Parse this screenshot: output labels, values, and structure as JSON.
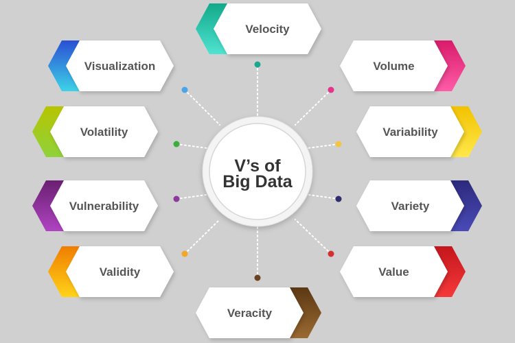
{
  "center": {
    "line1": "V’s of",
    "line2": "Big Data"
  },
  "items": [
    {
      "id": "velocity",
      "label": "Velocity",
      "color_dark": "#12a98a",
      "color_light": "#4fe3d1",
      "dot": "#1aa88f"
    },
    {
      "id": "volume",
      "label": "Volume",
      "color_dark": "#d81b6a",
      "color_light": "#ff5ca8",
      "dot": "#e8338c"
    },
    {
      "id": "variability",
      "label": "Variability",
      "color_dark": "#f2c200",
      "color_light": "#ffe84a",
      "dot": "#f5c542"
    },
    {
      "id": "variety",
      "label": "Variety",
      "color_dark": "#2c2a7c",
      "color_light": "#4a4ab8",
      "dot": "#2f2d6e"
    },
    {
      "id": "value",
      "label": "Value",
      "color_dark": "#c4161c",
      "color_light": "#f5393a",
      "dot": "#d32f2f"
    },
    {
      "id": "veracity",
      "label": "Veracity",
      "color_dark": "#5b3813",
      "color_light": "#9b6a32",
      "dot": "#6b4220"
    },
    {
      "id": "validity",
      "label": "Validity",
      "color_dark": "#f07d00",
      "color_light": "#ffd31a",
      "dot": "#f5a623"
    },
    {
      "id": "vulnerability",
      "label": "Vulnerability",
      "color_dark": "#6a1f72",
      "color_light": "#b044c2",
      "dot": "#8e3a9d"
    },
    {
      "id": "volatility",
      "label": "Volatility",
      "color_dark": "#b7c400",
      "color_light": "#8fd23c",
      "dot": "#3cae3c"
    },
    {
      "id": "visualization",
      "label": "Visualization",
      "color_dark": "#2a4fd4",
      "color_light": "#3dd3e8",
      "dot": "#4aa6e8"
    }
  ]
}
